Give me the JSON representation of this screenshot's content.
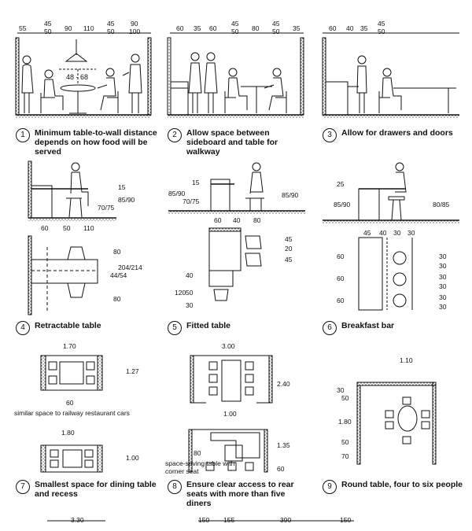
{
  "panels": [
    {
      "number": "1",
      "caption": "Minimum table-to-wall distance depends on how food will be served"
    },
    {
      "number": "2",
      "caption": "Allow space between sideboard and table for walkway"
    },
    {
      "number": "3",
      "caption": "Allow for drawers and doors"
    },
    {
      "number": "4",
      "caption": "Retractable table"
    },
    {
      "number": "5",
      "caption": "Fitted table"
    },
    {
      "number": "6",
      "caption": "Breakfast bar"
    },
    {
      "number": "7",
      "caption": "Smallest space for dining table and recess"
    },
    {
      "number": "8",
      "caption": "Ensure clear access to rear seats with more than five diners"
    },
    {
      "number": "9",
      "caption": "Round table, four to six people"
    }
  ],
  "dims": {
    "p1_top": [
      "55",
      "45",
      "50",
      "90",
      "110",
      "45",
      "50",
      "90",
      "100"
    ],
    "p1_height": "48 - 68",
    "p2_top": [
      "60",
      "35",
      "60",
      "45",
      "50",
      "80",
      "45",
      "50",
      "35"
    ],
    "p3_top": [
      "60",
      "40",
      "35",
      "45",
      "50"
    ],
    "p4": [
      "15",
      "85/90",
      "70/75",
      "60",
      "50",
      "110",
      "80",
      "204/214",
      "44/54",
      "80"
    ],
    "p5": [
      "15",
      "85/90",
      "70/75",
      "85/90",
      "60",
      "40",
      "80",
      "45",
      "20",
      "45",
      "40",
      "120",
      "50",
      "30"
    ],
    "p6": [
      "25",
      "85/90",
      "80/85",
      "45",
      "40",
      "30",
      "30",
      "60",
      "60",
      "60",
      "30",
      "30",
      "30",
      "30",
      "30",
      "30"
    ],
    "p7": [
      "1.70",
      "1.27",
      "60",
      "1.80",
      "1.00"
    ],
    "p8": [
      "3.00",
      "2.40",
      "1.00",
      "80",
      "1.35",
      "60"
    ],
    "p9": [
      "1.10",
      "30",
      "50",
      "1.80",
      "50",
      "70"
    ],
    "bottom": [
      "3.30",
      "150",
      "155",
      "390",
      "150"
    ]
  },
  "notes": {
    "railway": "similar space to railway restaurant cars",
    "corner_seat": "space-saving table with corner seat"
  }
}
